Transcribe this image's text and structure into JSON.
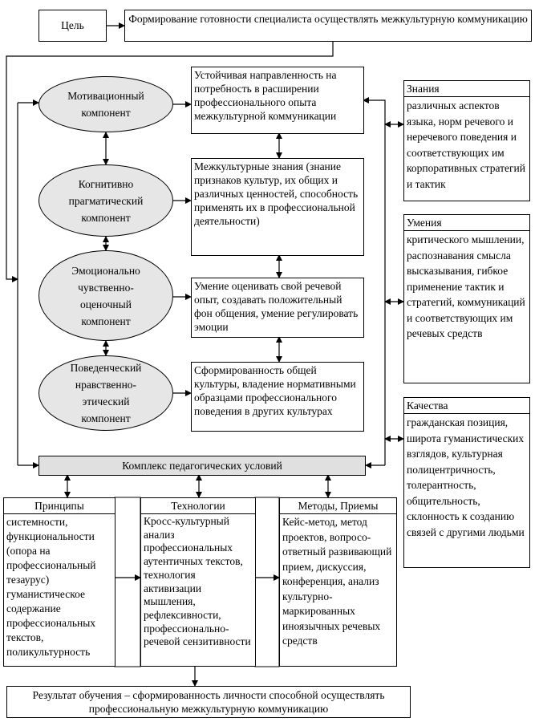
{
  "goal": {
    "label": "Цель",
    "text": "Формирование готовности специалиста осуществлять межкультурную коммуникацию"
  },
  "components": [
    {
      "name": "Мотивационный компонент",
      "description": "Устойчивая направленность на потребность в расширении профессионального опыта межкультурной коммуникации"
    },
    {
      "name": "Когнитивно прагматический компонент",
      "description": "Межкультурные знания (знание признаков культур, их общих и различных ценностей, способность применять их в профессиональной деятельности)"
    },
    {
      "name": "Эмоционально чувственно-оценочный компонент",
      "description": "Умение оценивать свой речевой опыт, создавать положительный фон общения, умение регулировать эмоции"
    },
    {
      "name": "Поведенческий нравственно-этический компонент",
      "description": "Сформированность общей культуры, владение нормативными образцами профессионального поведения в других культурах"
    }
  ],
  "side": [
    {
      "title": "Знания",
      "text": "различных аспектов языка, норм речевого и неречевого поведения и соответствующих им корпоративных стратегий и тактик"
    },
    {
      "title": "Умения",
      "text": "критического мышлении, распознавания смысла высказывания, гибкое применение тактик и стратегий, коммуникаций и соответствующих им речевых средств"
    },
    {
      "title": "Качества",
      "text": "гражданская позиция, широта гуманистических взглядов, культурная полицентричность, толерантность, общительность, склонность к созданию связей с другими людьми"
    }
  ],
  "conditions": "Комплекс педагогических условий",
  "columns": [
    {
      "title": "Принципы",
      "text": "системности, функциональности (опора на профессиональный тезаурус) гуманистическое содержание профессиональных текстов, поликультурность"
    },
    {
      "title": "Технологии",
      "text": "Кросс-культурный анализ профессиональных аутентичных текстов, технология активизации мышления, рефлексивности, профессионально-речевой сензитивности"
    },
    {
      "title": "Методы, Приемы",
      "text": "Кейс-метод, метод проектов, вопросо-ответный развивающий прием, дискуссия, конференция, анализ культурно-маркированных иноязычных речевых средств"
    }
  ],
  "result": "Результат обучения – сформированность личности способной осуществлять профессиональную межкультурную коммуникацию"
}
